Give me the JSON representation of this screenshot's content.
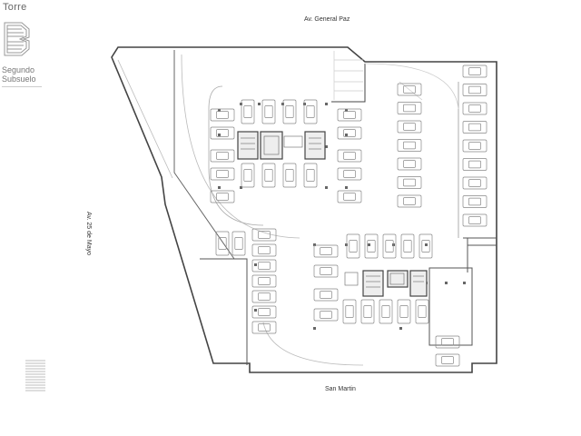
{
  "legend": {
    "tower_word": "Torre",
    "tower_letter": "B",
    "level_line1": "Segundo",
    "level_line2": "Subsuelo"
  },
  "streets": {
    "top": "Av. General Paz",
    "left": "Av. 25 de Mayo",
    "bottom": "San Martin"
  },
  "colors": {
    "line": "#444444",
    "light_line": "#bbbbbb",
    "stall": "#888888",
    "core_fill": "#e6e6e6",
    "mark_stripes": "#bdbdbd"
  },
  "icons": {
    "parking_stall": "car-stall-icon",
    "core": "stair-elevator-core-icon",
    "column": "structural-column-icon"
  }
}
